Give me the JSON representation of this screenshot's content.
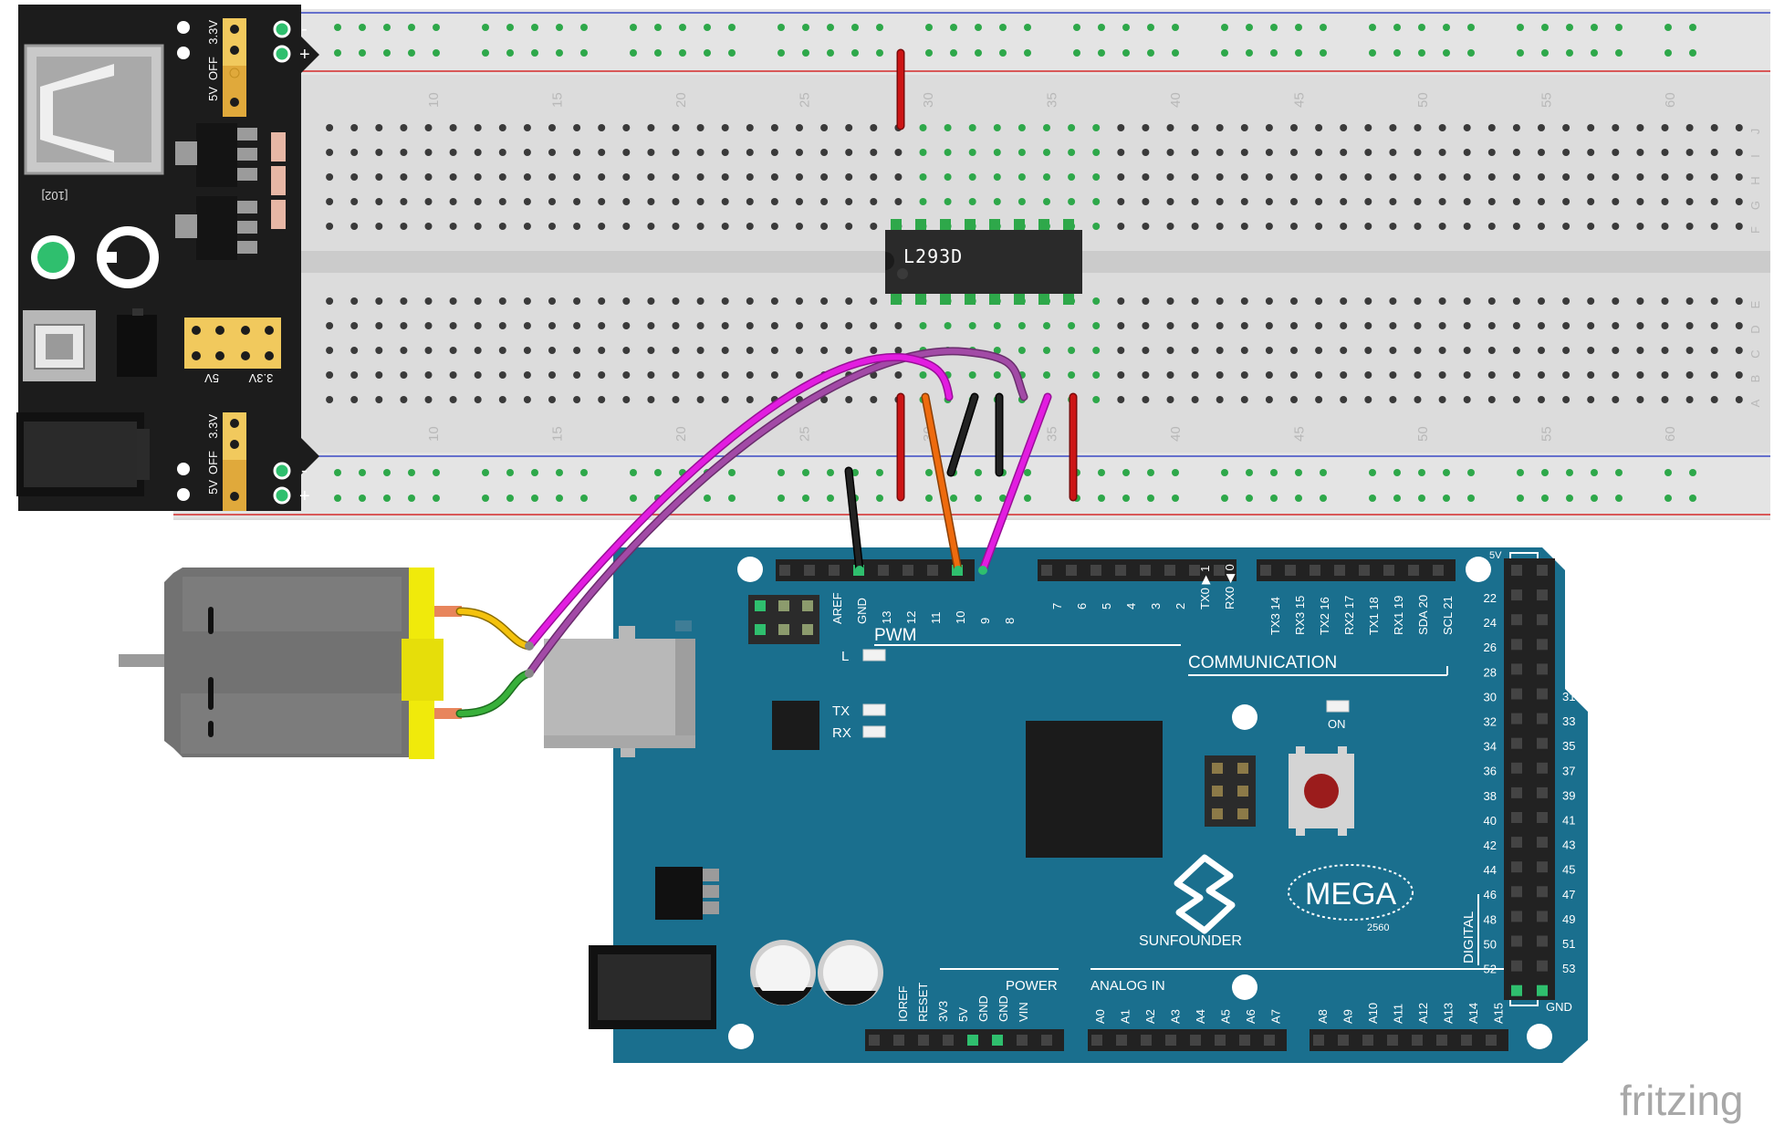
{
  "ic": {
    "label": "L293D"
  },
  "power_module": {
    "jumper_top": [
      "3.3V",
      "OFF",
      "5V"
    ],
    "jumper_bottom": [
      "3.3V",
      "OFF",
      "5V"
    ],
    "rail_top": [
      "-",
      "+"
    ],
    "rail_bottom": [
      "-",
      "+"
    ],
    "mid_labels": [
      "5V",
      "3.3V"
    ],
    "usb_label": "[102]"
  },
  "breadboard": {
    "column_numbers": [
      "10",
      "15",
      "20",
      "25",
      "30",
      "35",
      "40",
      "45",
      "50",
      "55",
      "60"
    ],
    "rows_top": [
      "J",
      "I",
      "H",
      "G",
      "F"
    ],
    "rows_bottom": [
      "E",
      "D",
      "C",
      "B",
      "A"
    ]
  },
  "board": {
    "digital_top_left": [
      "AREF",
      "GND",
      "13",
      "12",
      "11",
      "10",
      "9",
      "8"
    ],
    "digital_top_mid": [
      "7",
      "6",
      "5",
      "4",
      "3",
      "2",
      "TX0 ▶ 1",
      "RX0 ◀ 0"
    ],
    "comm_pins": [
      "TX3 14",
      "RX3 15",
      "TX2 16",
      "RX2 17",
      "TX1 18",
      "RX1 19",
      "SDA 20",
      "SCL 21"
    ],
    "pwm_label": "PWM",
    "comm_label": "COMMUNICATION",
    "led_l": "L",
    "led_tx": "TX",
    "led_rx": "RX",
    "led_on": "ON",
    "brand": "SUNFOUNDER",
    "model": "MEGA",
    "model_sub": "2560",
    "power_label": "POWER",
    "analog_label": "ANALOG IN",
    "power_pins": [
      "IOREF",
      "RESET",
      "3V3",
      "5V",
      "GND",
      "GND",
      "VIN"
    ],
    "analog_left": [
      "A0",
      "A1",
      "A2",
      "A3",
      "A4",
      "A5",
      "A6",
      "A7"
    ],
    "analog_right": [
      "A8",
      "A9",
      "A10",
      "A11",
      "A12",
      "A13",
      "A14",
      "A15"
    ],
    "header_right_left": [
      "22",
      "24",
      "26",
      "28",
      "30",
      "32",
      "34",
      "36",
      "38",
      "40",
      "42",
      "44",
      "46",
      "48",
      "50",
      "52"
    ],
    "header_right_right": [
      "31",
      "33",
      "35",
      "37",
      "39",
      "41",
      "43",
      "45",
      "47",
      "49",
      "51",
      "53"
    ],
    "label_5v": "5V",
    "label_gnd": "GND",
    "label_digital": "DIGITAL"
  },
  "watermark": "fritzing",
  "colors": {
    "board": "#1a6f8e",
    "wire_magenta": "#e21de0",
    "wire_purple": "#a24aa6",
    "wire_orange": "#ee6b0e",
    "wire_red": "#cc1515",
    "wire_black": "#1a1a1a",
    "wire_yellow": "#f4c20d",
    "wire_green": "#38b03a"
  }
}
